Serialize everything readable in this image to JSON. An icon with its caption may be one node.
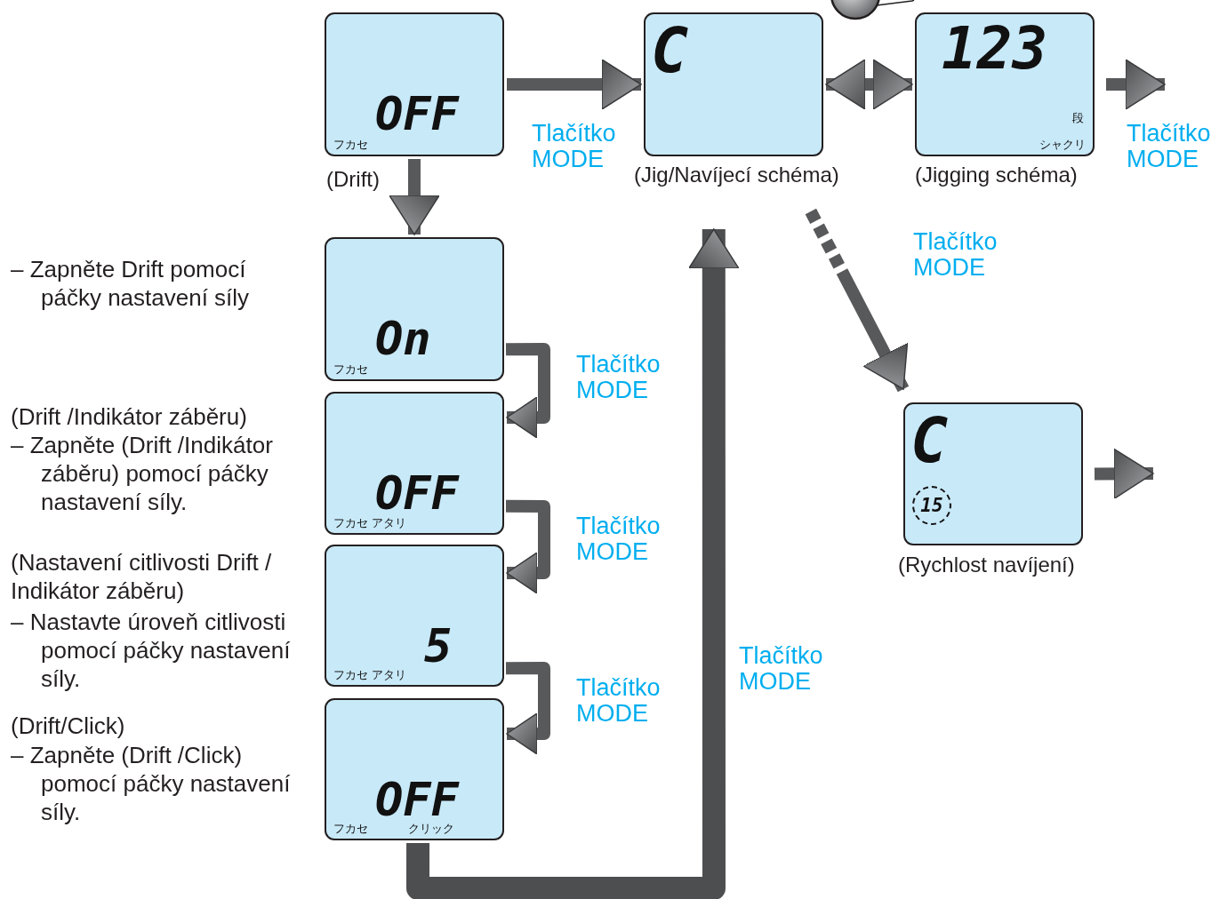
{
  "diagram": {
    "nodes": [
      {
        "text": [
          "OFF",
          "フカセ"
        ],
        "beside": [
          "(Drift)"
        ]
      },
      {
        "text": [
          "C"
        ],
        "beside": [
          "(Jig/Navíjecí schéma)"
        ]
      },
      {
        "text": [
          "123",
          "段",
          "シャクリ"
        ],
        "beside": [
          "(Jigging schéma)"
        ]
      },
      {
        "text": [
          "On",
          "フカセ"
        ]
      },
      {
        "text": [
          "OFF",
          "フカセ アタリ"
        ]
      },
      {
        "text": [
          "5",
          "フカセ アタリ"
        ]
      },
      {
        "text": [
          "OFF",
          "フカセ",
          "クリック"
        ]
      },
      {
        "text": [
          "C",
          "15"
        ],
        "beside": [
          "(Rychlost navíjení)"
        ]
      }
    ],
    "edges": [
      {
        "from": 0,
        "to": 1,
        "arrow": "to",
        "label": "Tlačítko MODE"
      },
      {
        "from": 0,
        "to": 3,
        "arrow": "to"
      },
      {
        "from": 1,
        "to": 2,
        "arrow": "both"
      },
      {
        "from": 2,
        "to": null,
        "arrow": "to",
        "label": "Tlačítko MODE"
      },
      {
        "from": 3,
        "to": 4,
        "arrow": "to",
        "label": "Tlačítko MODE"
      },
      {
        "from": 4,
        "to": 5,
        "arrow": "to",
        "label": "Tlačítko MODE"
      },
      {
        "from": 5,
        "to": 6,
        "arrow": "to",
        "label": "Tlačítko MODE"
      },
      {
        "from": 6,
        "to": 1,
        "arrow": "to",
        "label": "Tlačítko MODE",
        "style": "thick"
      },
      {
        "from": 1,
        "to": 7,
        "arrow": "to",
        "label": "Tlačítko MODE",
        "style": "dashed"
      },
      {
        "from": 7,
        "to": null,
        "arrow": "to"
      }
    ],
    "labels": [
      "– Zapněte Drift pomocí páčky nastavení síly",
      "(Drift /Indikátor záběru)",
      "– Zapněte (Drift /Indikátor záběru) pomocí páčky nastavení síly.",
      "(Nastavení citlivosti Drift / Indikátor záběru)",
      "– Nastavte úroveň citlivosti pomocí páčky nastavení síly.",
      "(Drift/Click)",
      "– Zapněte (Drift /Click) pomocí páčky nastavení síly."
    ]
  }
}
